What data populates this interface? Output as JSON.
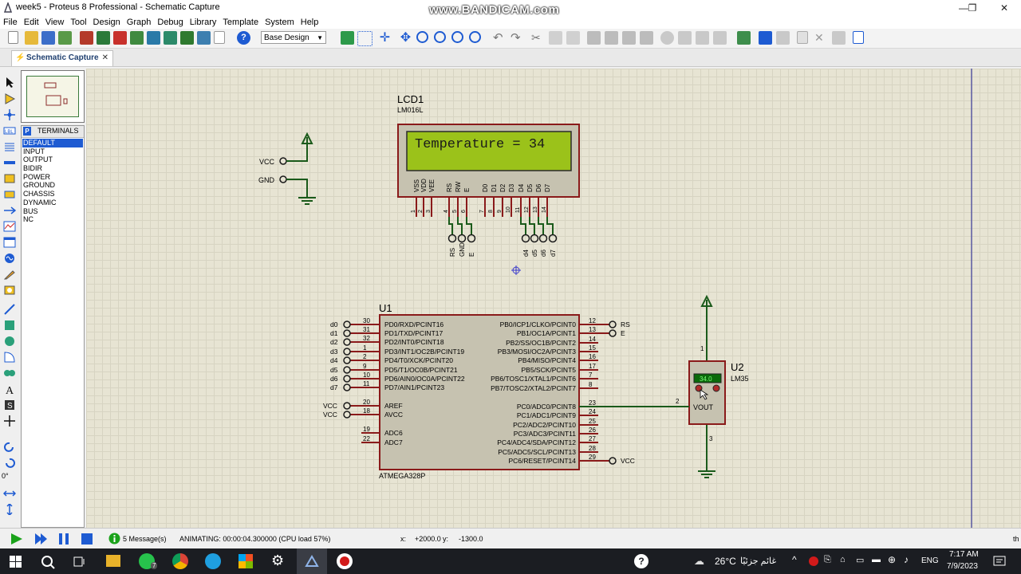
{
  "window": {
    "title": "week5 - Proteus 8 Professional - Schematic Capture",
    "watermark": "www.BANDICAM.com",
    "minimize": "—",
    "maximize": "❐",
    "close": "✕"
  },
  "menu": [
    "File",
    "Edit",
    "View",
    "Tool",
    "Design",
    "Graph",
    "Debug",
    "Library",
    "Template",
    "System",
    "Help"
  ],
  "toolbar": {
    "design_select": "Base Design"
  },
  "tabs": {
    "active_label": "Schematic Capture",
    "close": "✕"
  },
  "terminals_panel": {
    "badge": "P",
    "header": "TERMINALS",
    "items": [
      "DEFAULT",
      "INPUT",
      "OUTPUT",
      "BIDIR",
      "POWER",
      "GROUND",
      "CHASSIS",
      "DYNAMIC",
      "BUS",
      "NC"
    ],
    "selected_index": 0
  },
  "left_strip": {
    "angle": "0°"
  },
  "schematic": {
    "lcd": {
      "ref": "LCD1",
      "part": "LM016L",
      "display": "Temperature = 34",
      "top_pin_names": [
        "VSS",
        "VDD",
        "VEE",
        "RS",
        "RW",
        "E",
        "D0",
        "D1",
        "D2",
        "D3",
        "D4",
        "D5",
        "D6",
        "D7"
      ],
      "pin_numbers": [
        "1",
        "2",
        "3",
        "4",
        "5",
        "6",
        "7",
        "8",
        "9",
        "10",
        "11",
        "12",
        "13",
        "14"
      ],
      "net_labels": [
        "RS",
        "GND",
        "E",
        "d4",
        "d5",
        "d6",
        "d7"
      ]
    },
    "power": {
      "vcc": "VCC",
      "gnd": "GND"
    },
    "mcu": {
      "ref": "U1",
      "part": "ATMEGA328P",
      "left_pins": [
        {
          "net": "d0",
          "num": "30",
          "name": "PD0/RXD/PCINT16"
        },
        {
          "net": "d1",
          "num": "31",
          "name": "PD1/TXD/PCINT17"
        },
        {
          "net": "d2",
          "num": "32",
          "name": "PD2/INT0/PCINT18"
        },
        {
          "net": "d3",
          "num": "1",
          "name": "PD3/INT1/OC2B/PCINT19"
        },
        {
          "net": "d4",
          "num": "2",
          "name": "PD4/T0/XCK/PCINT20"
        },
        {
          "net": "d5",
          "num": "9",
          "name": "PD5/T1/OC0B/PCINT21"
        },
        {
          "net": "d6",
          "num": "10",
          "name": "PD6/AIN0/OC0A/PCINT22"
        },
        {
          "net": "d7",
          "num": "11",
          "name": "PD7/AIN1/PCINT23"
        },
        {
          "net": "VCC",
          "num": "20",
          "name": "AREF"
        },
        {
          "net": "VCC",
          "num": "18",
          "name": "AVCC"
        },
        {
          "net": "",
          "num": "19",
          "name": "ADC6"
        },
        {
          "net": "",
          "num": "22",
          "name": "ADC7"
        }
      ],
      "right_pins": [
        {
          "num": "12",
          "name": "PB0/ICP1/CLKO/PCINT0",
          "net": "RS"
        },
        {
          "num": "13",
          "name": "PB1/OC1A/PCINT1",
          "net": "E"
        },
        {
          "num": "14",
          "name": "PB2/SS/OC1B/PCINT2",
          "net": ""
        },
        {
          "num": "15",
          "name": "PB3/MOSI/OC2A/PCINT3",
          "net": ""
        },
        {
          "num": "16",
          "name": "PB4/MISO/PCINT4",
          "net": ""
        },
        {
          "num": "17",
          "name": "PB5/SCK/PCINT5",
          "net": ""
        },
        {
          "num": "7",
          "name": "PB6/TOSC1/XTAL1/PCINT6",
          "net": ""
        },
        {
          "num": "8",
          "name": "PB7/TOSC2/XTAL2/PCINT7",
          "net": ""
        },
        {
          "num": "23",
          "name": "PC0/ADC0/PCINT8",
          "net": ""
        },
        {
          "num": "24",
          "name": "PC1/ADC1/PCINT9",
          "net": ""
        },
        {
          "num": "25",
          "name": "PC2/ADC2/PCINT10",
          "net": ""
        },
        {
          "num": "26",
          "name": "PC3/ADC3/PCINT11",
          "net": ""
        },
        {
          "num": "27",
          "name": "PC4/ADC4/SDA/PCINT12",
          "net": ""
        },
        {
          "num": "28",
          "name": "PC5/ADC5/SCL/PCINT13",
          "net": ""
        },
        {
          "num": "29",
          "name": "PC6/RESET/PCINT14",
          "net": "VCC"
        }
      ]
    },
    "sensor": {
      "ref": "U2",
      "part": "LM35",
      "reading": "34.0",
      "pin_vout": "VOUT",
      "pin1": "1",
      "pin2": "2",
      "pin3": "3"
    }
  },
  "status": {
    "messages": "5 Message(s)",
    "animating": "ANIMATING: 00:00:04.300000 (CPU load 57%)",
    "x_label": "x:",
    "x_value": "+2000.0",
    "y_label": "y:",
    "y_value": "-1300.0",
    "right_fragment": "th"
  },
  "taskbar": {
    "badge_count": "7",
    "help": "?",
    "weather": "26°C",
    "weather_text": "غائم جزئيًا",
    "lang": "ENG",
    "time": "7:17 AM",
    "date": "7/9/2023"
  }
}
